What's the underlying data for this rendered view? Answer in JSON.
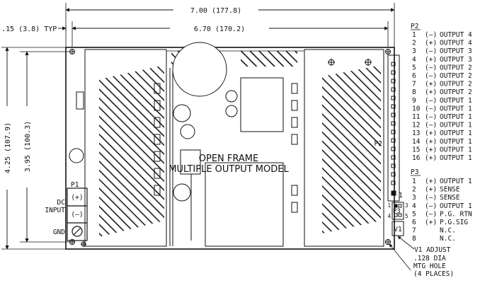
{
  "dimensions": {
    "overall_width": "7.00 (177.8)",
    "hole_spacing_width": "6.70 (170.2)",
    "hole_offset": ".15 (3.8) TYP",
    "overall_height": "4.25 (107.9)",
    "hole_spacing_height": "3.95 (100.3)"
  },
  "board": {
    "title_line1": "OPEN FRAME",
    "title_line2": "MULTIPLE OUTPUT MODEL",
    "p1_label": "P1",
    "p1_pins": [
      "(+)",
      "(–)"
    ],
    "dc_input_line1": "DC",
    "dc_input_line2": "INPUT",
    "gnd_label": "GND",
    "p2_label": "P2",
    "p2_pin1": "1",
    "p3_label": "P3",
    "p3_pin_left_top": "1",
    "p3_pin_left_bottom": "4",
    "p3_pin_right_top": "3",
    "p3_pin_right_bottom": "5",
    "v1_label": "V1"
  },
  "p2_title": "P2",
  "p2_pins": [
    {
      "num": "1",
      "sign": "(–)",
      "name": "OUTPUT 4"
    },
    {
      "num": "2",
      "sign": "(+)",
      "name": "OUTPUT 4"
    },
    {
      "num": "3",
      "sign": "(–)",
      "name": "OUTPUT 3"
    },
    {
      "num": "4",
      "sign": "(+)",
      "name": "OUTPUT 3"
    },
    {
      "num": "5",
      "sign": "(–)",
      "name": "OUTPUT 2"
    },
    {
      "num": "6",
      "sign": "(–)",
      "name": "OUTPUT 2"
    },
    {
      "num": "7",
      "sign": "(+)",
      "name": "OUTPUT 2"
    },
    {
      "num": "8",
      "sign": "(+)",
      "name": "OUTPUT 2"
    },
    {
      "num": "9",
      "sign": "(–)",
      "name": "OUTPUT 1"
    },
    {
      "num": "10",
      "sign": "(–)",
      "name": "OUTPUT 1"
    },
    {
      "num": "11",
      "sign": "(–)",
      "name": "OUTPUT 1"
    },
    {
      "num": "12",
      "sign": "(–)",
      "name": "OUTPUT 1"
    },
    {
      "num": "13",
      "sign": "(+)",
      "name": "OUTPUT 1"
    },
    {
      "num": "14",
      "sign": "(+)",
      "name": "OUTPUT 1"
    },
    {
      "num": "15",
      "sign": "(+)",
      "name": "OUTPUT 1"
    },
    {
      "num": "16",
      "sign": "(+)",
      "name": "OUTPUT 1"
    }
  ],
  "p3_title": "P3",
  "p3_pins": [
    {
      "num": "1",
      "sign": "(+)",
      "name": "OUTPUT 1"
    },
    {
      "num": "2",
      "sign": "(+)",
      "name": "SENSE"
    },
    {
      "num": "3",
      "sign": "(–)",
      "name": "SENSE"
    },
    {
      "num": "4",
      "sign": "(–)",
      "name": "OUTPUT 1"
    },
    {
      "num": "5",
      "sign": "(–)",
      "name": "P.G. RTN"
    },
    {
      "num": "6",
      "sign": "(+)",
      "name": "P.G.SIG"
    },
    {
      "num": "7",
      "sign": "",
      "name": "N.C."
    },
    {
      "num": "8",
      "sign": "",
      "name": "N.C."
    }
  ],
  "callouts": {
    "v1_adjust": "V1 ADJUST",
    "hole_line1": ".128 DIA",
    "hole_line2": "MTG HOLE",
    "hole_line3": "(4 PLACES)"
  },
  "icons": [
    "mounting-hole-icon",
    "screw-terminal-icon"
  ]
}
